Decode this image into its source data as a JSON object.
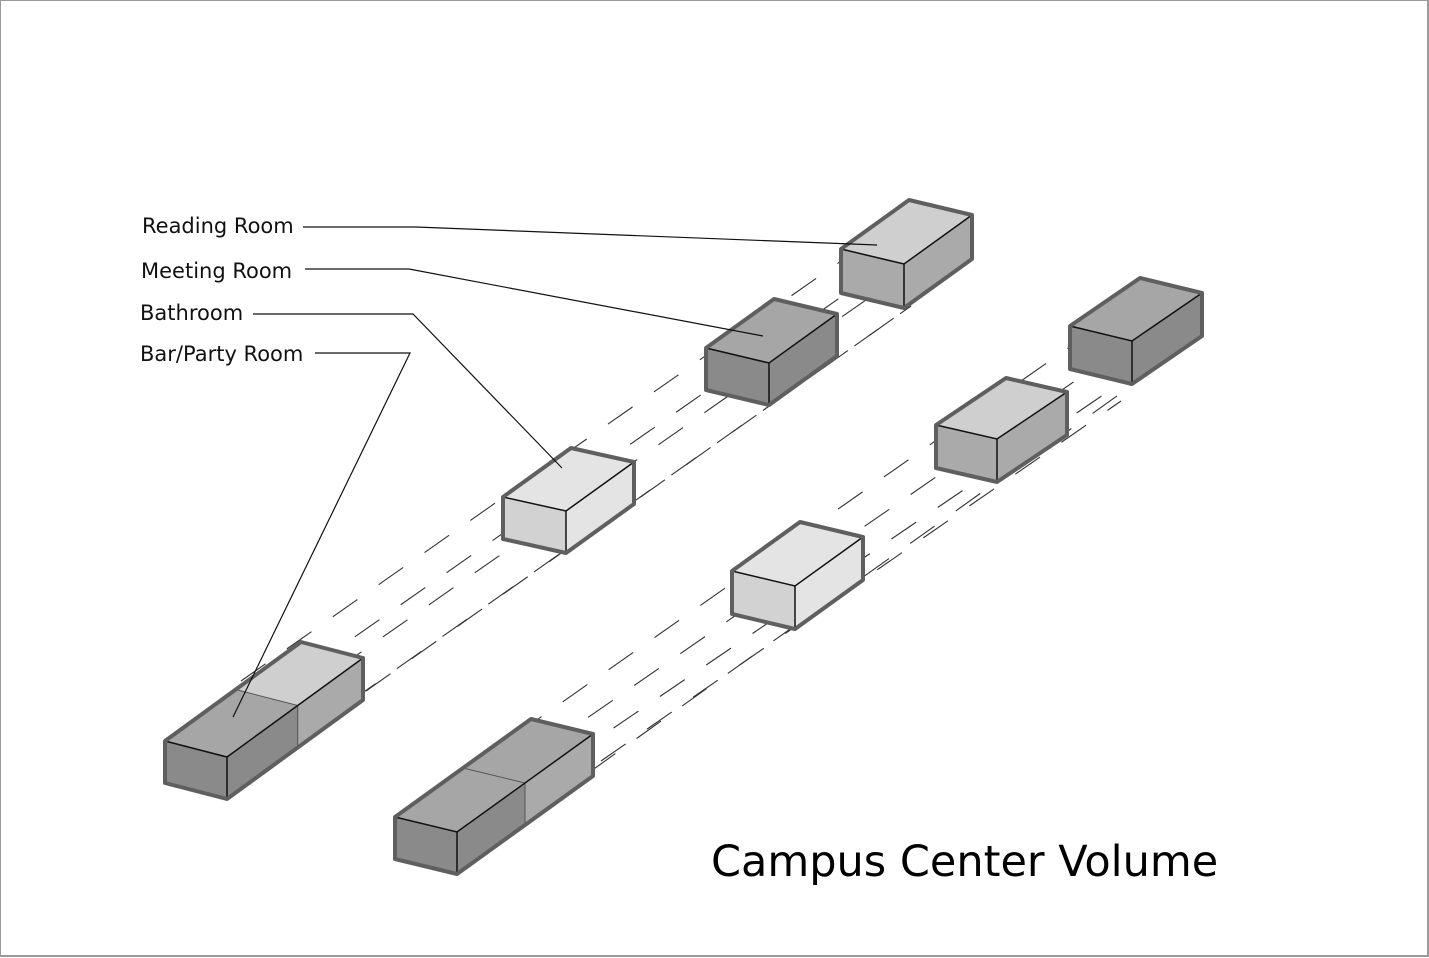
{
  "title": "Campus Center Volume",
  "legend": [
    {
      "id": "reading-room",
      "label": "Reading Room"
    },
    {
      "id": "meeting-room",
      "label": "Meeting Room"
    },
    {
      "id": "bathroom",
      "label": "Bathroom"
    },
    {
      "id": "bar-party-room",
      "label": "Bar/Party Room"
    }
  ],
  "colors": {
    "light_top": "#e4e4e4",
    "light_side": "#d2d2d2",
    "mid_top": "#cfcfcf",
    "mid_side": "#aaaaaa",
    "dark_top": "#a6a6a6",
    "dark_side": "#8a8a8a",
    "outline": "#5f5f5f"
  },
  "rows": [
    {
      "name": "upper-row",
      "volumes": [
        {
          "room": "bar-party-room",
          "shade": "split"
        },
        {
          "room": "bathroom",
          "shade": "light"
        },
        {
          "room": "meeting-room",
          "shade": "dark"
        },
        {
          "room": "reading-room",
          "shade": "mid"
        }
      ]
    },
    {
      "name": "lower-row",
      "volumes": [
        {
          "room": "bar-party-room",
          "shade": "split-dark"
        },
        {
          "room": "bathroom",
          "shade": "light"
        },
        {
          "room": "reading-room",
          "shade": "mid"
        },
        {
          "room": "meeting-room",
          "shade": "dark"
        }
      ]
    }
  ]
}
